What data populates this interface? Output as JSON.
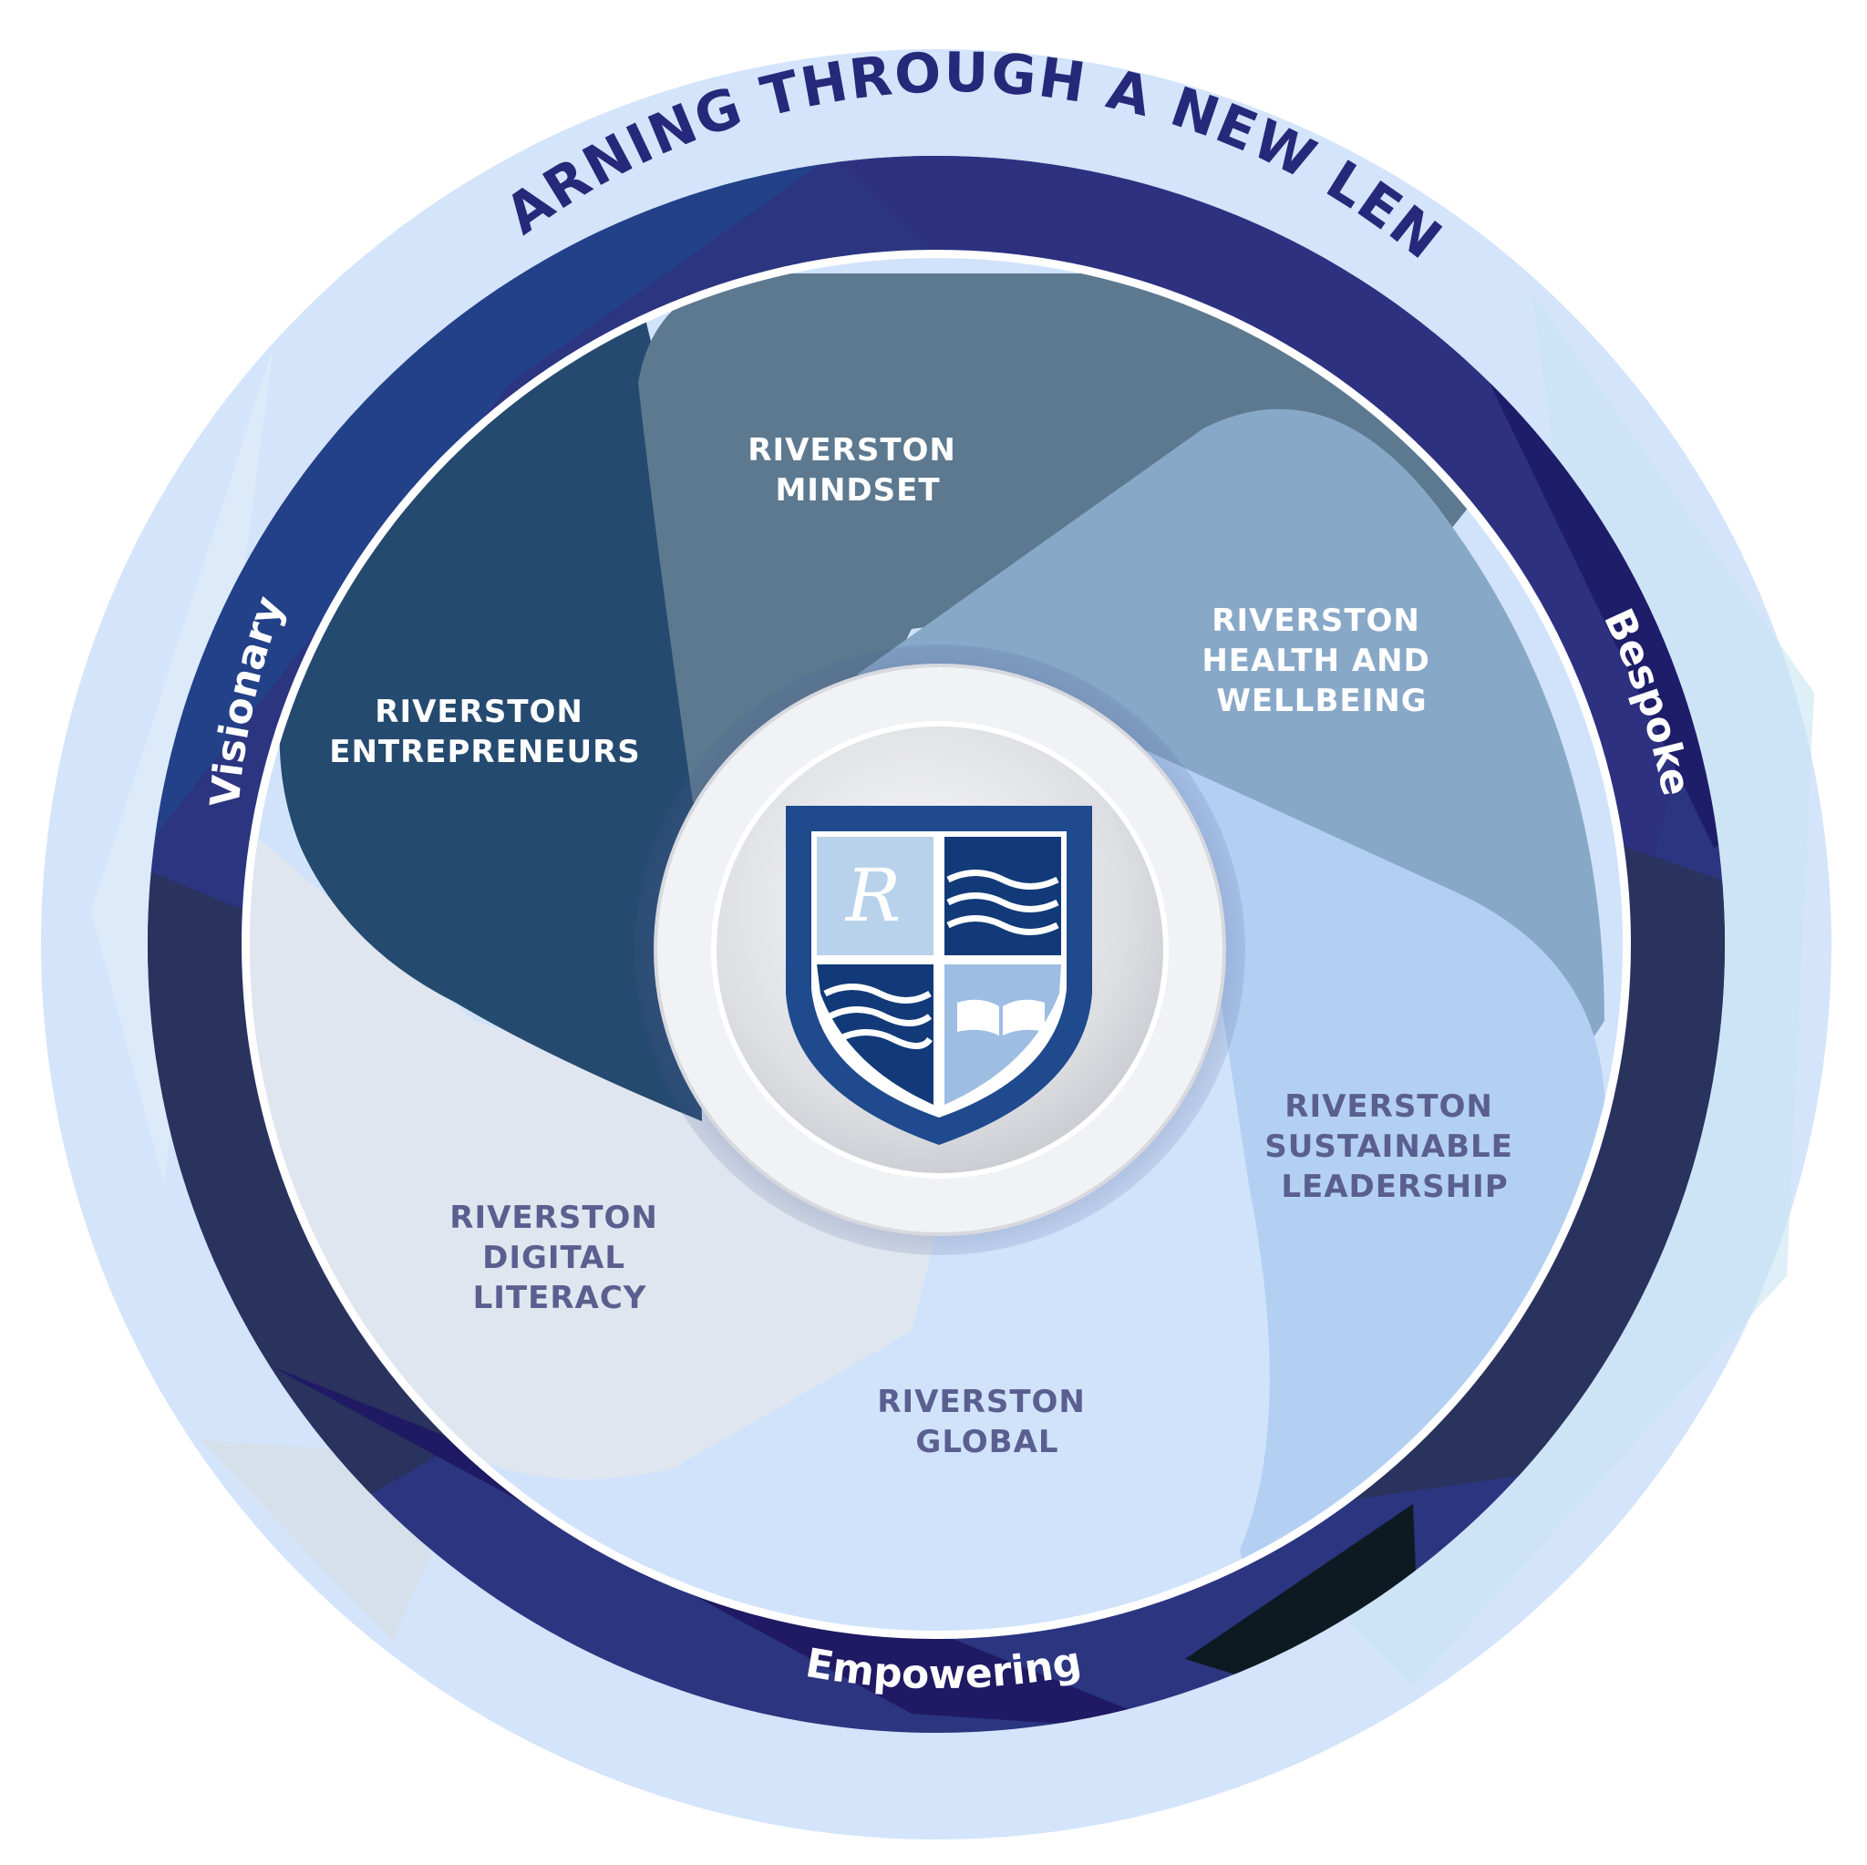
{
  "title": "LEARNING THROUGH A NEW LENS",
  "ring_words": {
    "left": "Visionary",
    "right": "Bespoke",
    "bottom": "Empowering"
  },
  "segments": {
    "mindset": {
      "lines": [
        "RIVERSTON",
        "MINDSET"
      ]
    },
    "entrepreneurs": {
      "lines": [
        "RIVERSTON",
        "ENTREPRENEURS"
      ]
    },
    "health": {
      "lines": [
        "RIVERSTON",
        "HEALTH AND",
        "WELLBEING"
      ]
    },
    "sustainable": {
      "lines": [
        "RIVERSTON",
        "SUSTAINABLE",
        "LEADERSHIP"
      ]
    },
    "digital": {
      "lines": [
        "RIVERSTON",
        "DIGITAL",
        "LITERACY"
      ]
    },
    "global": {
      "lines": [
        "RIVERSTON",
        "GLOBAL"
      ]
    }
  },
  "crest": {
    "monogram": "R",
    "icon": "open-book-icon"
  },
  "colors": {
    "outer_ring": "#d3e4fb",
    "band": "#2b3580",
    "mindset": "#5c7990",
    "entrepreneurs": "#254a6f",
    "health": "#88a8c8",
    "sustainable": "#b3d0f3",
    "global": "#d1e3fb",
    "digital": "#dfe6ef",
    "title": "#26297a"
  }
}
